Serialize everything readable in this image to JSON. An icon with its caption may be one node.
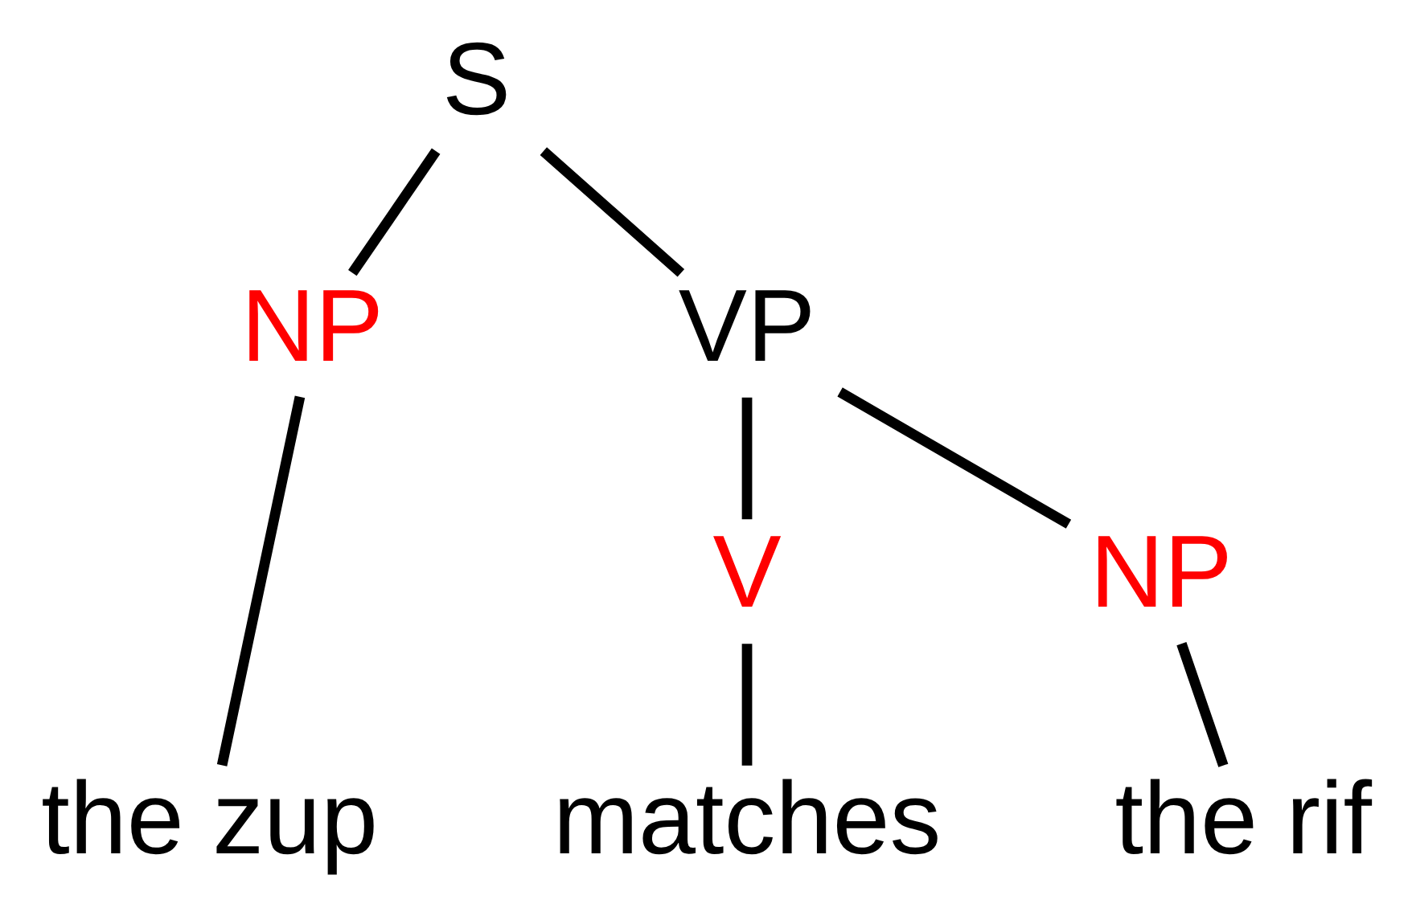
{
  "diagram": {
    "nodes": [
      {
        "text": [
          "S"
        ]
      },
      {
        "text": [
          "NP"
        ]
      },
      {
        "text": [
          "VP"
        ]
      },
      {
        "text": [
          "V"
        ]
      },
      {
        "text": [
          "NP"
        ]
      },
      {
        "text": [
          "the zup"
        ]
      },
      {
        "text": [
          "matches"
        ]
      },
      {
        "text": [
          "the rif"
        ]
      }
    ],
    "edges": [
      {
        "from": 0,
        "to": 1,
        "arrow": "none"
      },
      {
        "from": 0,
        "to": 2,
        "arrow": "none"
      },
      {
        "from": 2,
        "to": 3,
        "arrow": "none"
      },
      {
        "from": 2,
        "to": 4,
        "arrow": "none"
      },
      {
        "from": 1,
        "to": 5,
        "arrow": "none"
      },
      {
        "from": 3,
        "to": 6,
        "arrow": "none"
      },
      {
        "from": 4,
        "to": 7,
        "arrow": "none"
      }
    ]
  }
}
